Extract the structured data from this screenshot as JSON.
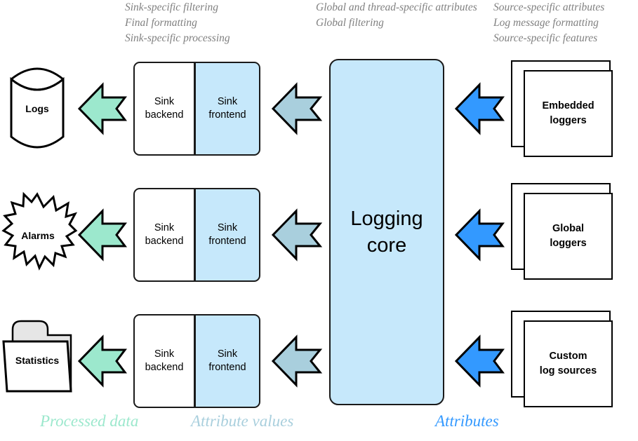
{
  "diagram": {
    "title_hidden": "Boost.Log architecture overview",
    "colors": {
      "core_fill": "#c6e8fb",
      "sink_frontend_fill": "#c6e8fb",
      "sink_backend_fill": "#ffffff",
      "arrow_processed": "#9ce8cd",
      "arrow_attribute_values": "#a9cfdd",
      "arrow_attributes": "#3399ff",
      "outline": "#000000",
      "header_text": "#808080",
      "folder_back": "#e6e6e6"
    },
    "headers": [
      {
        "name": "sink-column-header",
        "text": "Sink-specific filtering\nFinal formatting\nSink-specific processing"
      },
      {
        "name": "core-column-header",
        "text": "Global and thread-specific attributes\nGlobal filtering"
      },
      {
        "name": "source-column-header",
        "text": "Source-specific attributes\nLog message formatting\nSource-specific features"
      }
    ],
    "core": {
      "label": "Logging\ncore"
    },
    "sinks": [
      {
        "backend_label": "Sink\nbackend",
        "frontend_label": "Sink\nfrontend"
      },
      {
        "backend_label": "Sink\nbackend",
        "frontend_label": "Sink\nfrontend"
      },
      {
        "backend_label": "Sink\nbackend",
        "frontend_label": "Sink\nfrontend"
      }
    ],
    "outputs": [
      {
        "label": "Logs",
        "shape": "cylinder-icon"
      },
      {
        "label": "Alarms",
        "shape": "starburst-icon"
      },
      {
        "label": "Statistics",
        "shape": "folder-icon"
      }
    ],
    "sources": [
      {
        "label": "Embedded\nloggers",
        "shape": "stacked-cards-icon"
      },
      {
        "label": "Global\nloggers",
        "shape": "stacked-cards-icon"
      },
      {
        "label": "Custom\nlog sources",
        "shape": "stacked-cards-icon"
      }
    ],
    "arrows": {
      "processed_data": {
        "count": 3,
        "direction": "left",
        "semantic": "processed-data-arrow"
      },
      "attribute_values": {
        "count": 3,
        "direction": "left",
        "semantic": "attribute-values-arrow"
      },
      "attributes": {
        "count": 3,
        "direction": "left",
        "semantic": "attributes-arrow"
      }
    },
    "legend": [
      {
        "label": "Processed data",
        "color": "#9ce8cd"
      },
      {
        "label": "Attribute values",
        "color": "#a9cfdd"
      },
      {
        "label": "Attributes",
        "color": "#3399ff"
      }
    ]
  }
}
